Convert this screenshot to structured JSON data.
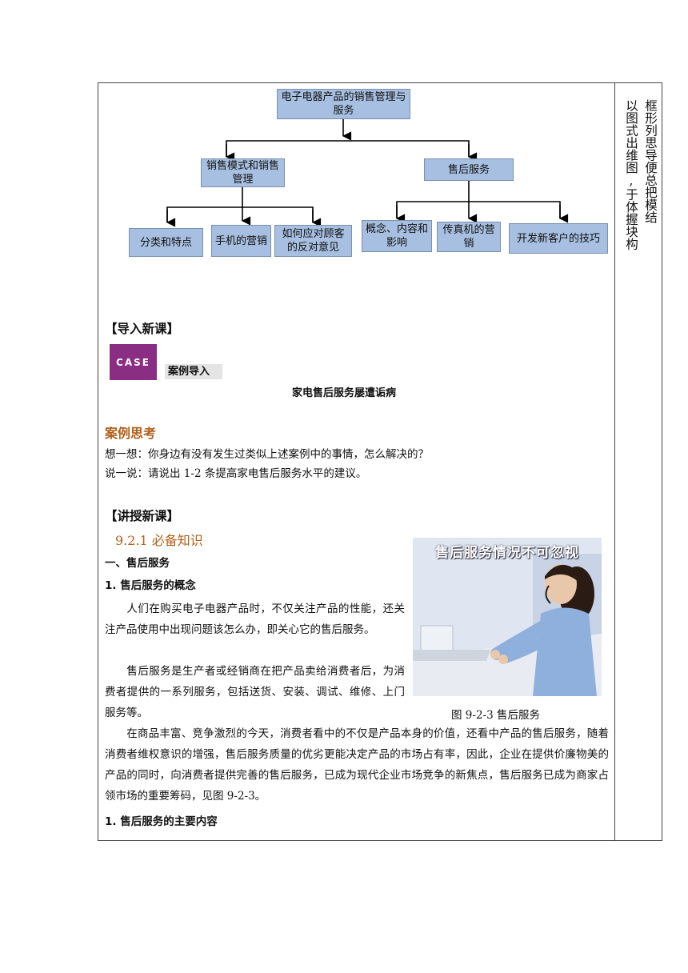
{
  "mindmap": {
    "root": "电子电器产品的销售管理与服务",
    "left": "销售模式和销售管理",
    "right": "售后服务",
    "left_children": [
      "分类和特点",
      "手机的营销",
      "如何应对顾客的反对意见"
    ],
    "right_children": [
      "概念、内容和影响",
      "传真机的营销",
      "开发新客户的技巧"
    ]
  },
  "side_note": {
    "col1": "以图式出维图,于体握块构",
    "col2": "框形列思导便总把模结"
  },
  "intro": {
    "heading": "【导入新课】",
    "logo_text": "CASE",
    "case_tag": "案例导入",
    "case_title": "家电售后服务屡遭诟病"
  },
  "thinking": {
    "heading": "案例思考",
    "line1": "想一想：你身边有没有发生过类似上述案例中的事情，怎么解决的？",
    "line2": "说一说：请说出 1-2 条提高家电售后服务水平的建议。"
  },
  "lecture": {
    "heading": "【讲授新课】",
    "subheading": "9.2.1 必备知识",
    "section1": "一、售后服务",
    "item1": "1.  售后服务的概念",
    "para1": "人们在购买电子电器产品时，不仅关注产品的性能，还关注产品使用中出现问题该怎么办，即关心它的售后服务。",
    "para2": "售后服务是生产者或经销商在把产品卖给消费者后，为消费者提供的一系列服务，包括送货、安装、调试、维修、上门服务等。",
    "para3": "在商品丰富、竞争激烈的今天，消费者看中的不仅是产品本身的价值，还看中产品的售后服务，随着消费者维权意识的增强，售后服务质量的优劣更能决定产品的市场占有率，因此，企业在提供价廉物美的产品的同时，向消费者提供完善的售后服务，已成为现代企业市场竞争的新焦点，售后服务已成为商家占领市场的重要筹码，见图 9-2-3。",
    "item2": "1.   售后服务的主要内容"
  },
  "figure": {
    "banner": "售后服务情况不可忽视",
    "caption": "图 9-2-3    售后服务"
  }
}
